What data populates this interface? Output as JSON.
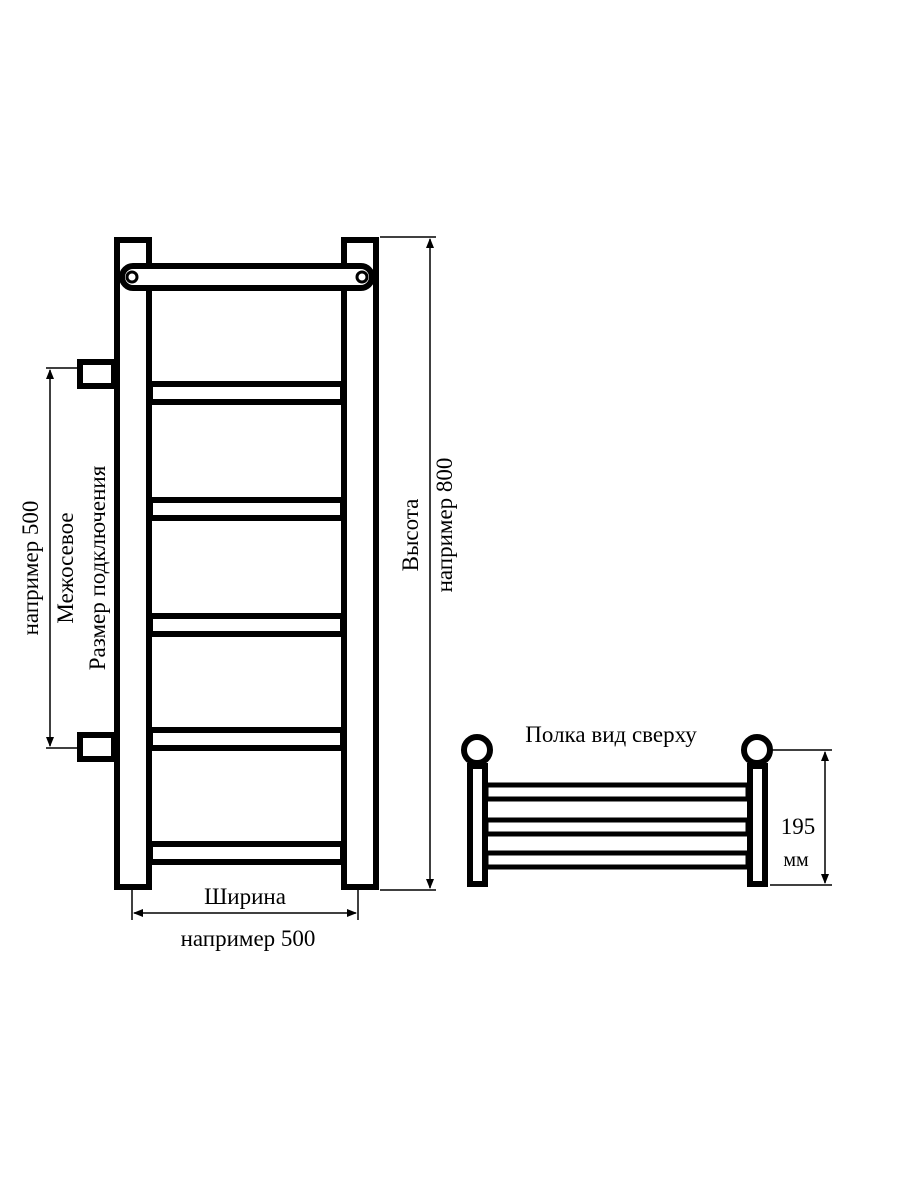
{
  "colors": {
    "line": "#000000",
    "background": "#ffffff"
  },
  "labels": {
    "center_distance_example": "например 500",
    "center_distance_title": "Межосевое",
    "center_distance_subtitle": "Размер подключения",
    "height_title": "Высота",
    "height_example": "например 800",
    "width_title": "Ширина",
    "width_example": "например 500",
    "shelf_title": "Полка вид сверху",
    "shelf_depth_value": "195",
    "shelf_depth_unit": "мм"
  }
}
